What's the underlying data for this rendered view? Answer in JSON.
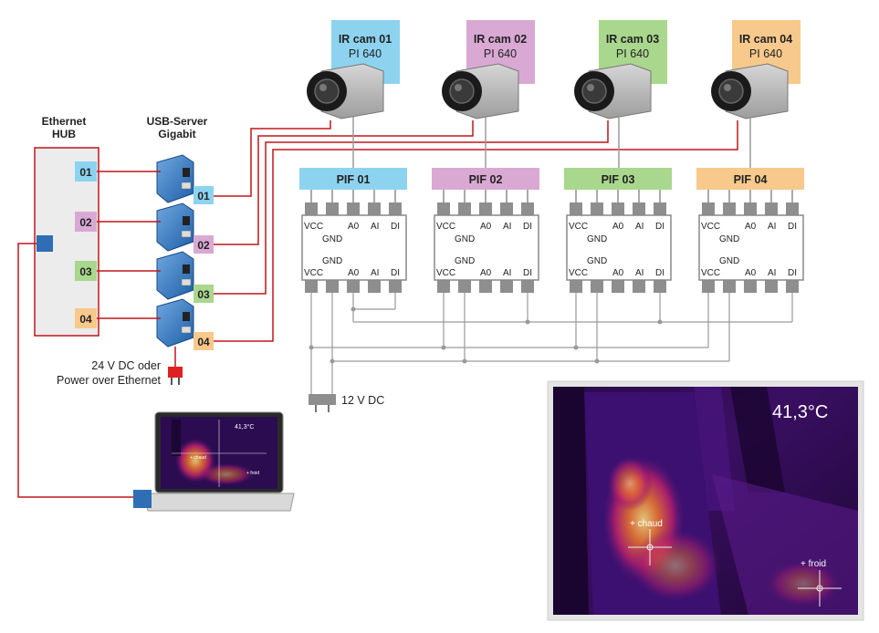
{
  "colors": {
    "cam1": "#8dd3f0",
    "cam2": "#d9a9d4",
    "cam3": "#a9d78d",
    "cam4": "#f8c98c",
    "wire_red": "#c0161c",
    "wire_grey": "#9a9a9a",
    "port_blue": "#2f6db5"
  },
  "hub": {
    "title_line1": "Ethernet",
    "title_line2": "HUB",
    "ports": [
      "01",
      "02",
      "03",
      "04"
    ]
  },
  "usb_server": {
    "title_line1": "USB-Server",
    "title_line2": "Gigabit",
    "ports": [
      "01",
      "02",
      "03",
      "04"
    ]
  },
  "power": {
    "line1": "24 V DC oder",
    "line2": "Power over Ethernet"
  },
  "cameras": [
    {
      "name": "IR cam 01",
      "model": "PI 640"
    },
    {
      "name": "IR cam 02",
      "model": "PI 640"
    },
    {
      "name": "IR cam 03",
      "model": "PI 640"
    },
    {
      "name": "IR cam 04",
      "model": "PI 640"
    }
  ],
  "pifs": [
    {
      "label": "PIF 01"
    },
    {
      "label": "PIF 02"
    },
    {
      "label": "PIF 03"
    },
    {
      "label": "PIF 04"
    }
  ],
  "pif_pins": {
    "vcc": "VCC",
    "gnd": "GND",
    "a0": "A0",
    "ai": "AI",
    "di": "DI"
  },
  "supply": {
    "label": "12 V DC"
  },
  "laptop_screen": {
    "temperature": "41,3°C",
    "hot_label": "+ chaud",
    "cold_label": "+ froid"
  },
  "thermal": {
    "temperature": "41,3°C",
    "hot_label": "+ chaud",
    "cold_label": "+ froid"
  }
}
